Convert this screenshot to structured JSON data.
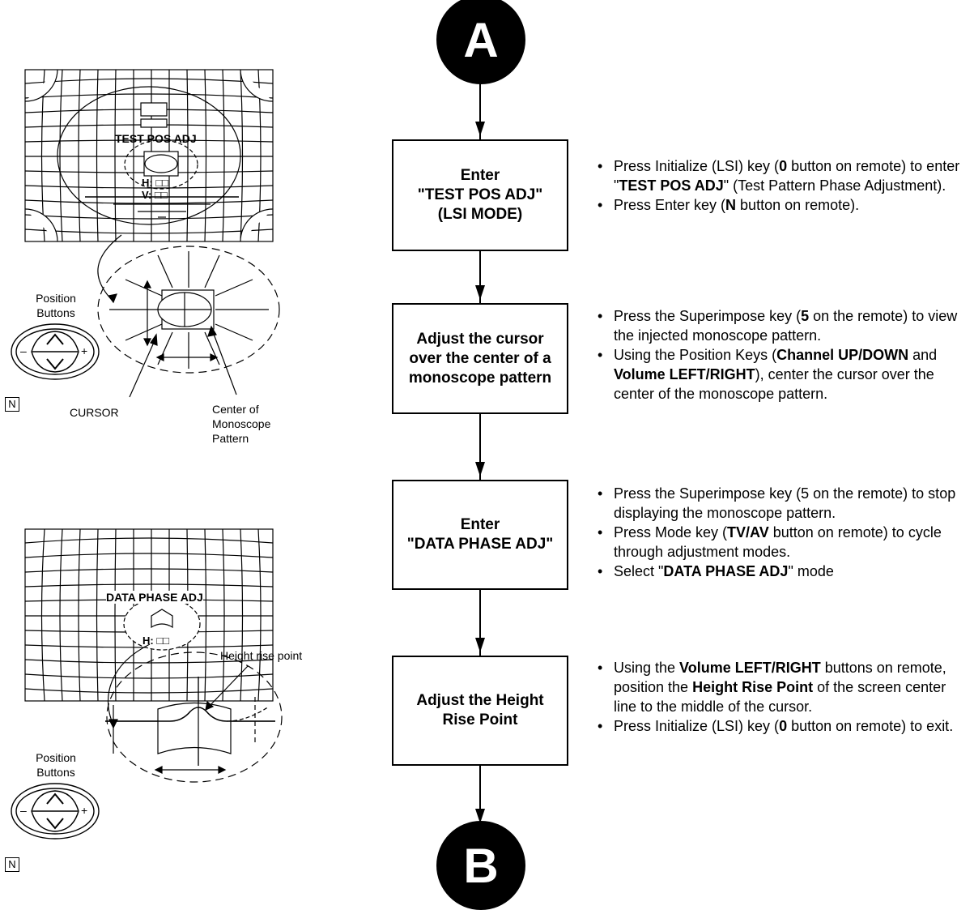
{
  "connectors": {
    "start": "A",
    "end": "B"
  },
  "steps": [
    {
      "lines": [
        "Enter",
        "\"TEST POS ADJ\"",
        "(LSI MODE)"
      ]
    },
    {
      "lines": [
        "Adjust the cursor",
        "over the center of a",
        "monoscope pattern"
      ]
    },
    {
      "lines": [
        "Enter",
        "\"DATA PHASE ADJ\""
      ]
    },
    {
      "lines": [
        "Adjust the Height",
        "Rise Point"
      ]
    }
  ],
  "notes": [
    [
      [
        [
          "Press Initialize (LSI) key (",
          false
        ],
        [
          "0",
          true
        ],
        [
          " button on remote) to enter \"",
          false
        ],
        [
          "TEST POS ADJ",
          true
        ],
        [
          "\" (Test Pattern Phase Adjustment).",
          false
        ]
      ],
      [
        [
          "Press Enter key (",
          false
        ],
        [
          "N",
          true
        ],
        [
          " button on remote).",
          false
        ]
      ]
    ],
    [
      [
        [
          "Press the Superimpose key (",
          false
        ],
        [
          "5",
          true
        ],
        [
          " on the remote) to view the injected monoscope pattern.",
          false
        ]
      ],
      [
        [
          "Using the Position Keys (",
          false
        ],
        [
          "Channel UP/DOWN",
          true
        ],
        [
          " and ",
          false
        ],
        [
          "Volume LEFT/RIGHT",
          true
        ],
        [
          "), center the cursor over the center of the monoscope pattern.",
          false
        ]
      ]
    ],
    [
      [
        [
          "Press the Superimpose key (5 on the remote) to stop displaying the monoscope pattern.",
          false
        ]
      ],
      [
        [
          "Press Mode key (",
          false
        ],
        [
          "TV/AV",
          true
        ],
        [
          " button on remote) to cycle through adjustment modes.",
          false
        ]
      ],
      [
        [
          "Select \"",
          false
        ],
        [
          "DATA PHASE ADJ",
          true
        ],
        [
          "\" mode",
          false
        ]
      ]
    ],
    [
      [
        [
          "Using the ",
          false
        ],
        [
          "Volume LEFT/RIGHT",
          true
        ],
        [
          " buttons on remote, position the ",
          false
        ],
        [
          "Height Rise Point",
          true
        ],
        [
          " of the screen center line to the middle of the cursor.",
          false
        ]
      ],
      [
        [
          "Press Initialize (LSI) key (",
          false
        ],
        [
          "0",
          true
        ],
        [
          " button on remote) to exit.",
          false
        ]
      ]
    ]
  ],
  "figure1": {
    "osd_title": "TEST POS ADJ",
    "osd_h": "H: □□",
    "osd_v": "V: □□",
    "position_label_1": "Position",
    "position_label_2": "Buttons",
    "cursor_label": "CURSOR",
    "center_label_1": "Center of",
    "center_label_2": "Monoscope",
    "center_label_3": "Pattern",
    "remote_minus": "–",
    "remote_plus": "+",
    "n_box": "N"
  },
  "figure2": {
    "osd_title": "DATA PHASE ADJ",
    "osd_h": "H: □□",
    "height_rise_label": "Height rise point",
    "position_label_1": "Position",
    "position_label_2": "Buttons",
    "remote_minus": "–",
    "remote_plus": "+",
    "n_box": "N"
  }
}
